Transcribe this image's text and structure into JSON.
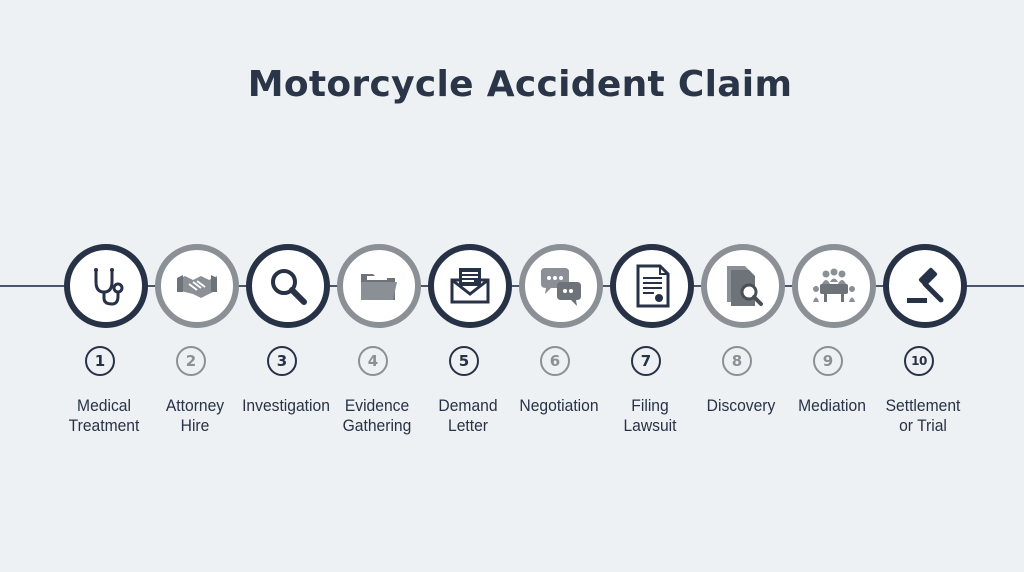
{
  "title": "Motorcycle Accident Claim",
  "steps": [
    {
      "number": "1",
      "label_lines": [
        "Medical",
        "Treatment"
      ],
      "icon": "stethoscope-icon",
      "style": "dark"
    },
    {
      "number": "2",
      "label_lines": [
        "Attorney",
        "Hire"
      ],
      "icon": "handshake-icon",
      "style": "light"
    },
    {
      "number": "3",
      "label_lines": [
        "Investigation",
        ""
      ],
      "icon": "magnifying-glass-icon",
      "style": "dark"
    },
    {
      "number": "4",
      "label_lines": [
        "Evidence",
        "Gathering"
      ],
      "icon": "folder-icon",
      "style": "light"
    },
    {
      "number": "5",
      "label_lines": [
        "Demand",
        "Letter"
      ],
      "icon": "envelope-letter-icon",
      "style": "dark"
    },
    {
      "number": "6",
      "label_lines": [
        "Negotiation",
        ""
      ],
      "icon": "chat-bubbles-icon",
      "style": "light"
    },
    {
      "number": "7",
      "label_lines": [
        "Filing",
        "Lawsuit"
      ],
      "icon": "legal-document-icon",
      "style": "dark"
    },
    {
      "number": "8",
      "label_lines": [
        "Discovery",
        ""
      ],
      "icon": "document-search-icon",
      "style": "light"
    },
    {
      "number": "9",
      "label_lines": [
        "Mediation",
        ""
      ],
      "icon": "meeting-table-icon",
      "style": "light"
    },
    {
      "number": "10",
      "label_lines": [
        "Settlement",
        "or Trial"
      ],
      "icon": "gavel-icon",
      "style": "dark"
    }
  ],
  "colors": {
    "background": "#eef1f3",
    "dark": "#273246",
    "light": "#8b8f96",
    "line": "#4b566a"
  }
}
